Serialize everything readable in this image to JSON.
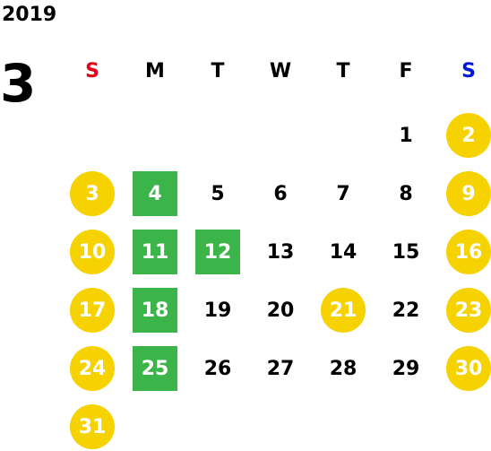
{
  "calendar": {
    "year": "2019",
    "month": "3",
    "weekdays": [
      {
        "label": "S",
        "color": "#e5001a"
      },
      {
        "label": "M",
        "color": "#000000"
      },
      {
        "label": "T",
        "color": "#000000"
      },
      {
        "label": "W",
        "color": "#000000"
      },
      {
        "label": "T",
        "color": "#000000"
      },
      {
        "label": "F",
        "color": "#000000"
      },
      {
        "label": "S",
        "color": "#0018d8"
      }
    ],
    "first_weekday_index": 5,
    "days_in_month": 31,
    "weekend_holiday_days": [
      2,
      3,
      9,
      10,
      16,
      17,
      21,
      23,
      24,
      30,
      31
    ],
    "green_days": [
      4,
      11,
      12,
      18,
      25
    ],
    "colors": {
      "holiday": "#f5d200",
      "green": "#3bb54a"
    }
  }
}
